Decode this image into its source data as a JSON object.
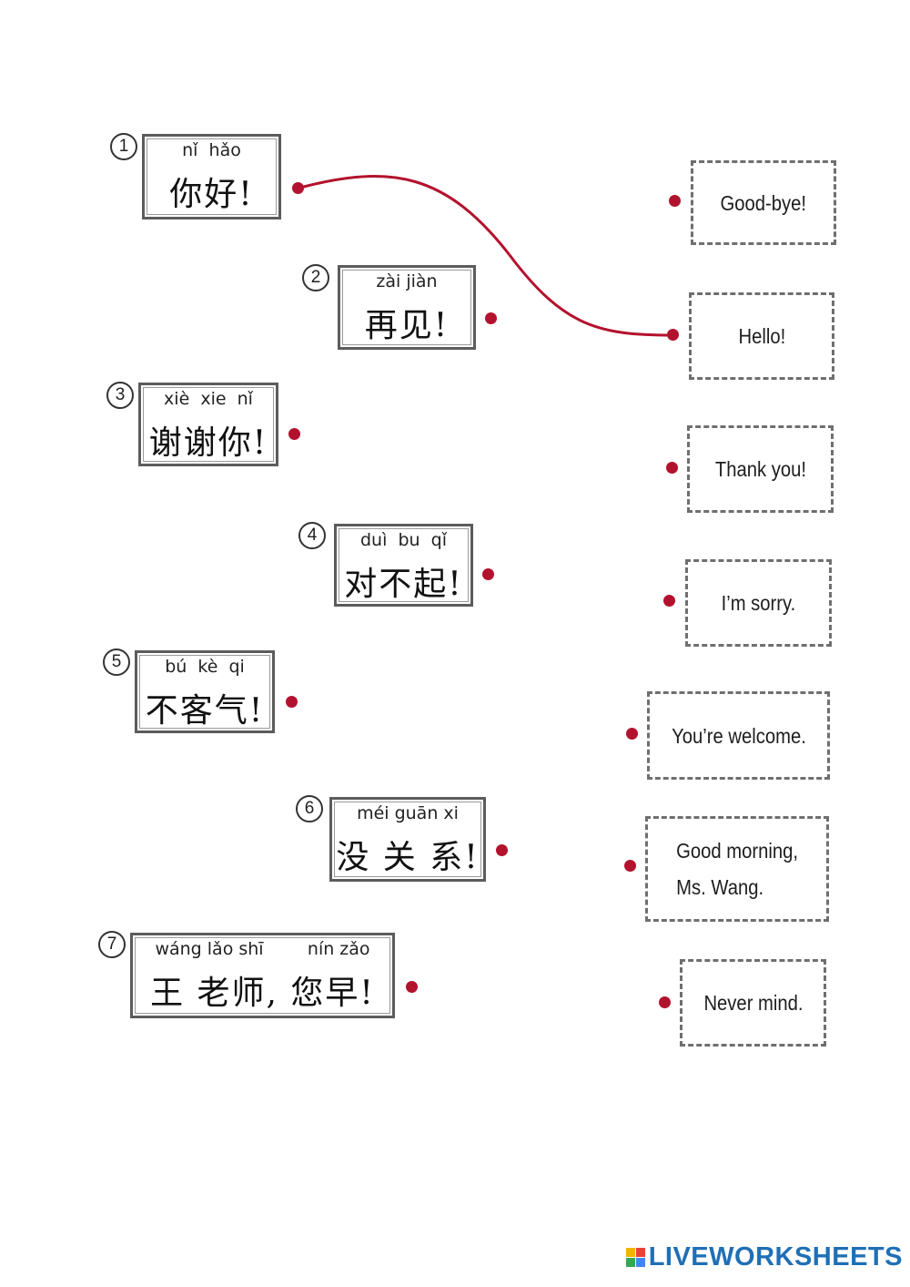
{
  "chinese_items": [
    {
      "number": "1",
      "pinyin": "nǐ  hǎo",
      "hanzi": "你好!"
    },
    {
      "number": "2",
      "pinyin": "zài jiàn",
      "hanzi": "再见!"
    },
    {
      "number": "3",
      "pinyin": "xiè  xie  nǐ",
      "hanzi": "谢谢你!"
    },
    {
      "number": "4",
      "pinyin": "duì  bu  qǐ",
      "hanzi": "对不起!"
    },
    {
      "number": "5",
      "pinyin": "bú  kè  qi",
      "hanzi": "不客气!"
    },
    {
      "number": "6",
      "pinyin": "méi guān xi",
      "hanzi": "没 关 系!"
    },
    {
      "number": "7",
      "pinyin": "wáng lǎo shī        nín zǎo",
      "hanzi": "王 老师, 您早!"
    }
  ],
  "english_items": [
    {
      "text": "Good-bye!"
    },
    {
      "text": "Hello!"
    },
    {
      "text": "Thank you!"
    },
    {
      "text": "I’m sorry."
    },
    {
      "text": "You’re welcome."
    },
    {
      "text": "Good morning,",
      "text2": "Ms. Wang."
    },
    {
      "text": "Never mind."
    }
  ],
  "colors": {
    "dot": "#b3122e",
    "line": "#b3122e"
  },
  "footer": {
    "logo_text": "LIVEWORKSHEETS"
  }
}
